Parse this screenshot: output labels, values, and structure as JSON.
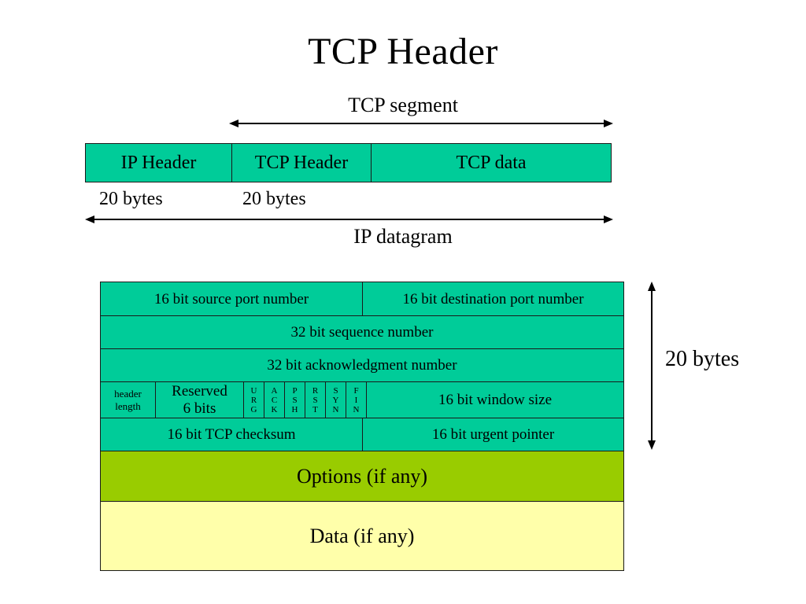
{
  "title": "TCP Header",
  "encapsulation": {
    "top_caption": "TCP segment",
    "bottom_caption": "IP datagram",
    "segments": [
      {
        "label": "IP Header",
        "bytes_label": "20 bytes"
      },
      {
        "label": "TCP Header",
        "bytes_label": "20 bytes"
      },
      {
        "label": "TCP data",
        "bytes_label": ""
      }
    ]
  },
  "header_table": {
    "size_annotation": "20 bytes",
    "rows": {
      "ports": {
        "source": "16 bit source port number",
        "destination": "16 bit destination port number"
      },
      "sequence": "32 bit sequence number",
      "acknowledgment": "32 bit acknowledgment number",
      "flags_row": {
        "header_length_line1": "header",
        "header_length_line2": "length",
        "reserved_line1": "Reserved",
        "reserved_line2": "6 bits",
        "flags": [
          {
            "name": "URG",
            "letters": [
              "U",
              "R",
              "G"
            ]
          },
          {
            "name": "ACK",
            "letters": [
              "A",
              "C",
              "K"
            ]
          },
          {
            "name": "PSH",
            "letters": [
              "P",
              "S",
              "H"
            ]
          },
          {
            "name": "RST",
            "letters": [
              "R",
              "S",
              "T"
            ]
          },
          {
            "name": "SYN",
            "letters": [
              "S",
              "Y",
              "N"
            ]
          },
          {
            "name": "FIN",
            "letters": [
              "F",
              "I",
              "N"
            ]
          }
        ],
        "window_size": "16 bit window size"
      },
      "checksum_row": {
        "checksum": "16 bit TCP checksum",
        "urgent_pointer": "16 bit urgent pointer"
      },
      "options": "Options (if any)",
      "data": "Data (if any)"
    }
  },
  "colors": {
    "header_green": "#00cc99",
    "options_olive": "#99cc00",
    "data_yellow": "#ffffaa",
    "line": "#1a1a1a",
    "background": "#ffffff"
  }
}
